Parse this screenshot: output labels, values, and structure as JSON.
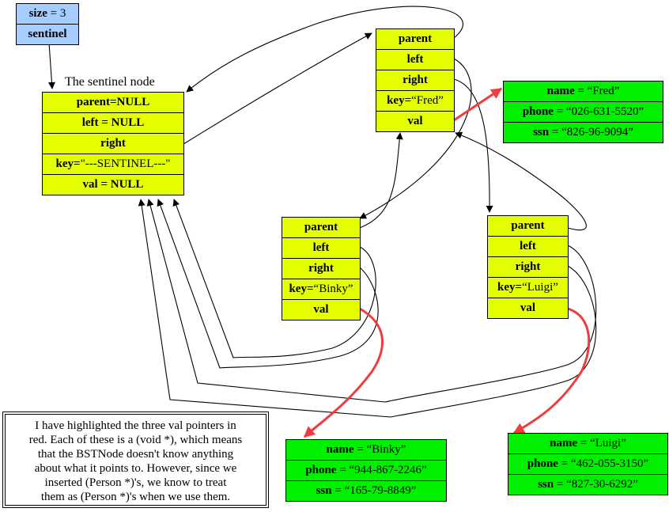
{
  "bst_header": {
    "size": {
      "key": "size",
      "sep": " = ",
      "value": "3"
    },
    "sentinel": "sentinel"
  },
  "sentinel_label": "The sentinel node",
  "sentinel_node": {
    "parent": {
      "key": "parent=NULL",
      "value": ""
    },
    "left": {
      "key": "left = NULL",
      "value": ""
    },
    "right": {
      "key": "right",
      "value": ""
    },
    "keyfield": {
      "key": "key=",
      "value": "\"---SENTINEL---\""
    },
    "val": {
      "key": "val = NULL",
      "value": ""
    }
  },
  "nodes": {
    "fred": {
      "parent": "parent",
      "left": "left",
      "right": "right",
      "key_label": "key=",
      "key_value": "“Fred”",
      "val": "val"
    },
    "binky": {
      "parent": "parent",
      "left": "left",
      "right": "right",
      "key_label": "key=",
      "key_value": "“Binky”",
      "val": "val"
    },
    "luigi": {
      "parent": "parent",
      "left": "left",
      "right": "right",
      "key_label": "key=",
      "key_value": "“Luigi”",
      "val": "val"
    }
  },
  "persons": {
    "fred": {
      "name_label": "name",
      "name": " = “Fred”",
      "phone_label": "phone",
      "phone": " = “026-631-5520”",
      "ssn_label": "ssn",
      "ssn": " = “826-96-9094”"
    },
    "binky": {
      "name_label": "name",
      "name": " = “Binky”",
      "phone_label": "phone",
      "phone": " = “944-867-2246”",
      "ssn_label": "ssn",
      "ssn": " = “165-79-8849”"
    },
    "luigi": {
      "name_label": "name",
      "name": " = “Luigi”",
      "phone_label": "phone",
      "phone": " = “462-055-3150”",
      "ssn_label": "ssn",
      "ssn": " = “827-30-6292”"
    }
  },
  "note": {
    "lines": [
      "I have highlighted the three val pointers in",
      "red. Each of these is a (void *), which means",
      "that the BSTNode doesn't know anything",
      "about what it points to.  However, since we",
      "inserted (Person *)'s, we know to treat",
      "them as (Person *)'s when we use them."
    ]
  },
  "colors": {
    "node_fill": "#e6ff00",
    "person_fill": "#00f000",
    "header_fill": "#a6cdff",
    "val_pointer": "#f03c3c",
    "pointer": "#000000"
  }
}
